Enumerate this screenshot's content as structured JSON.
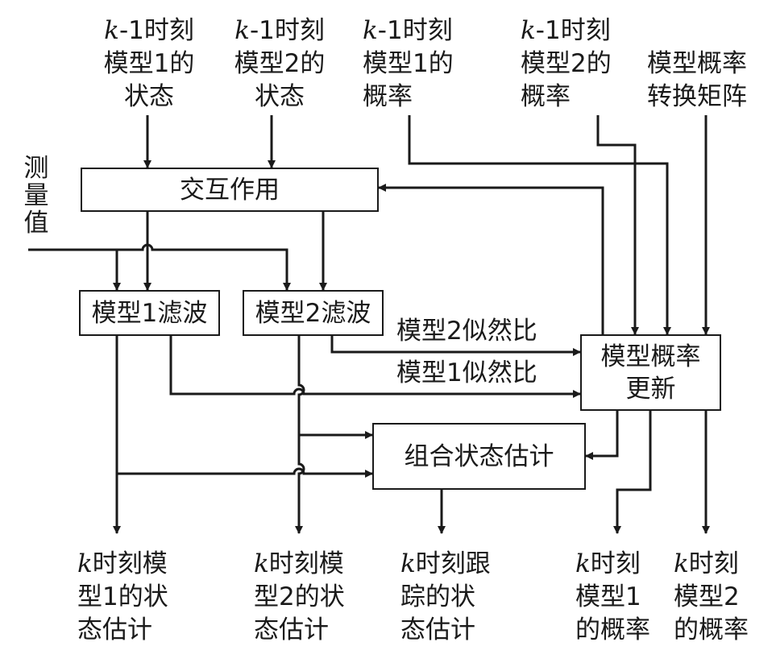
{
  "inputs": {
    "model1_state": {
      "prefix": "k",
      "line1": "-1时刻",
      "line2": "模型1的",
      "line3": "状态"
    },
    "model2_state": {
      "prefix": "k",
      "line1": "-1时刻",
      "line2": "模型2的",
      "line3": "状态"
    },
    "model1_prob": {
      "prefix": "k",
      "line1": "-1时刻",
      "line2": "模型1的",
      "line3": "概率"
    },
    "model2_prob": {
      "prefix": "k",
      "line1": "-1时刻",
      "line2": "模型2的",
      "line3": "概率"
    },
    "transition_matrix": {
      "line1": "模型概率",
      "line2": "转换矩阵"
    },
    "measurement": {
      "line1": "测",
      "line2": "量",
      "line3": "值"
    }
  },
  "blocks": {
    "interaction": "交互作用",
    "filter1": "模型1滤波",
    "filter2": "模型2滤波",
    "prob_update_line1": "模型概率",
    "prob_update_line2": "更新",
    "combine": "组合状态估计"
  },
  "edge_labels": {
    "likelihood2": "模型2似然比",
    "likelihood1": "模型1似然比"
  },
  "outputs": {
    "model1_estimate": {
      "prefix": "k",
      "line1": "时刻模",
      "line2": "型1的状",
      "line3": "态估计"
    },
    "model2_estimate": {
      "prefix": "k",
      "line1": "时刻模",
      "line2": "型2的状",
      "line3": "态估计"
    },
    "track_estimate": {
      "prefix": "k",
      "line1": "时刻跟",
      "line2": "踪的状",
      "line3": "态估计"
    },
    "model1_prob": {
      "prefix": "k",
      "line1": "时刻",
      "line2": "模型1",
      "line3": "的概率"
    },
    "model2_prob": {
      "prefix": "k",
      "line1": "时刻",
      "line2": "模型2",
      "line3": "的概率"
    }
  }
}
